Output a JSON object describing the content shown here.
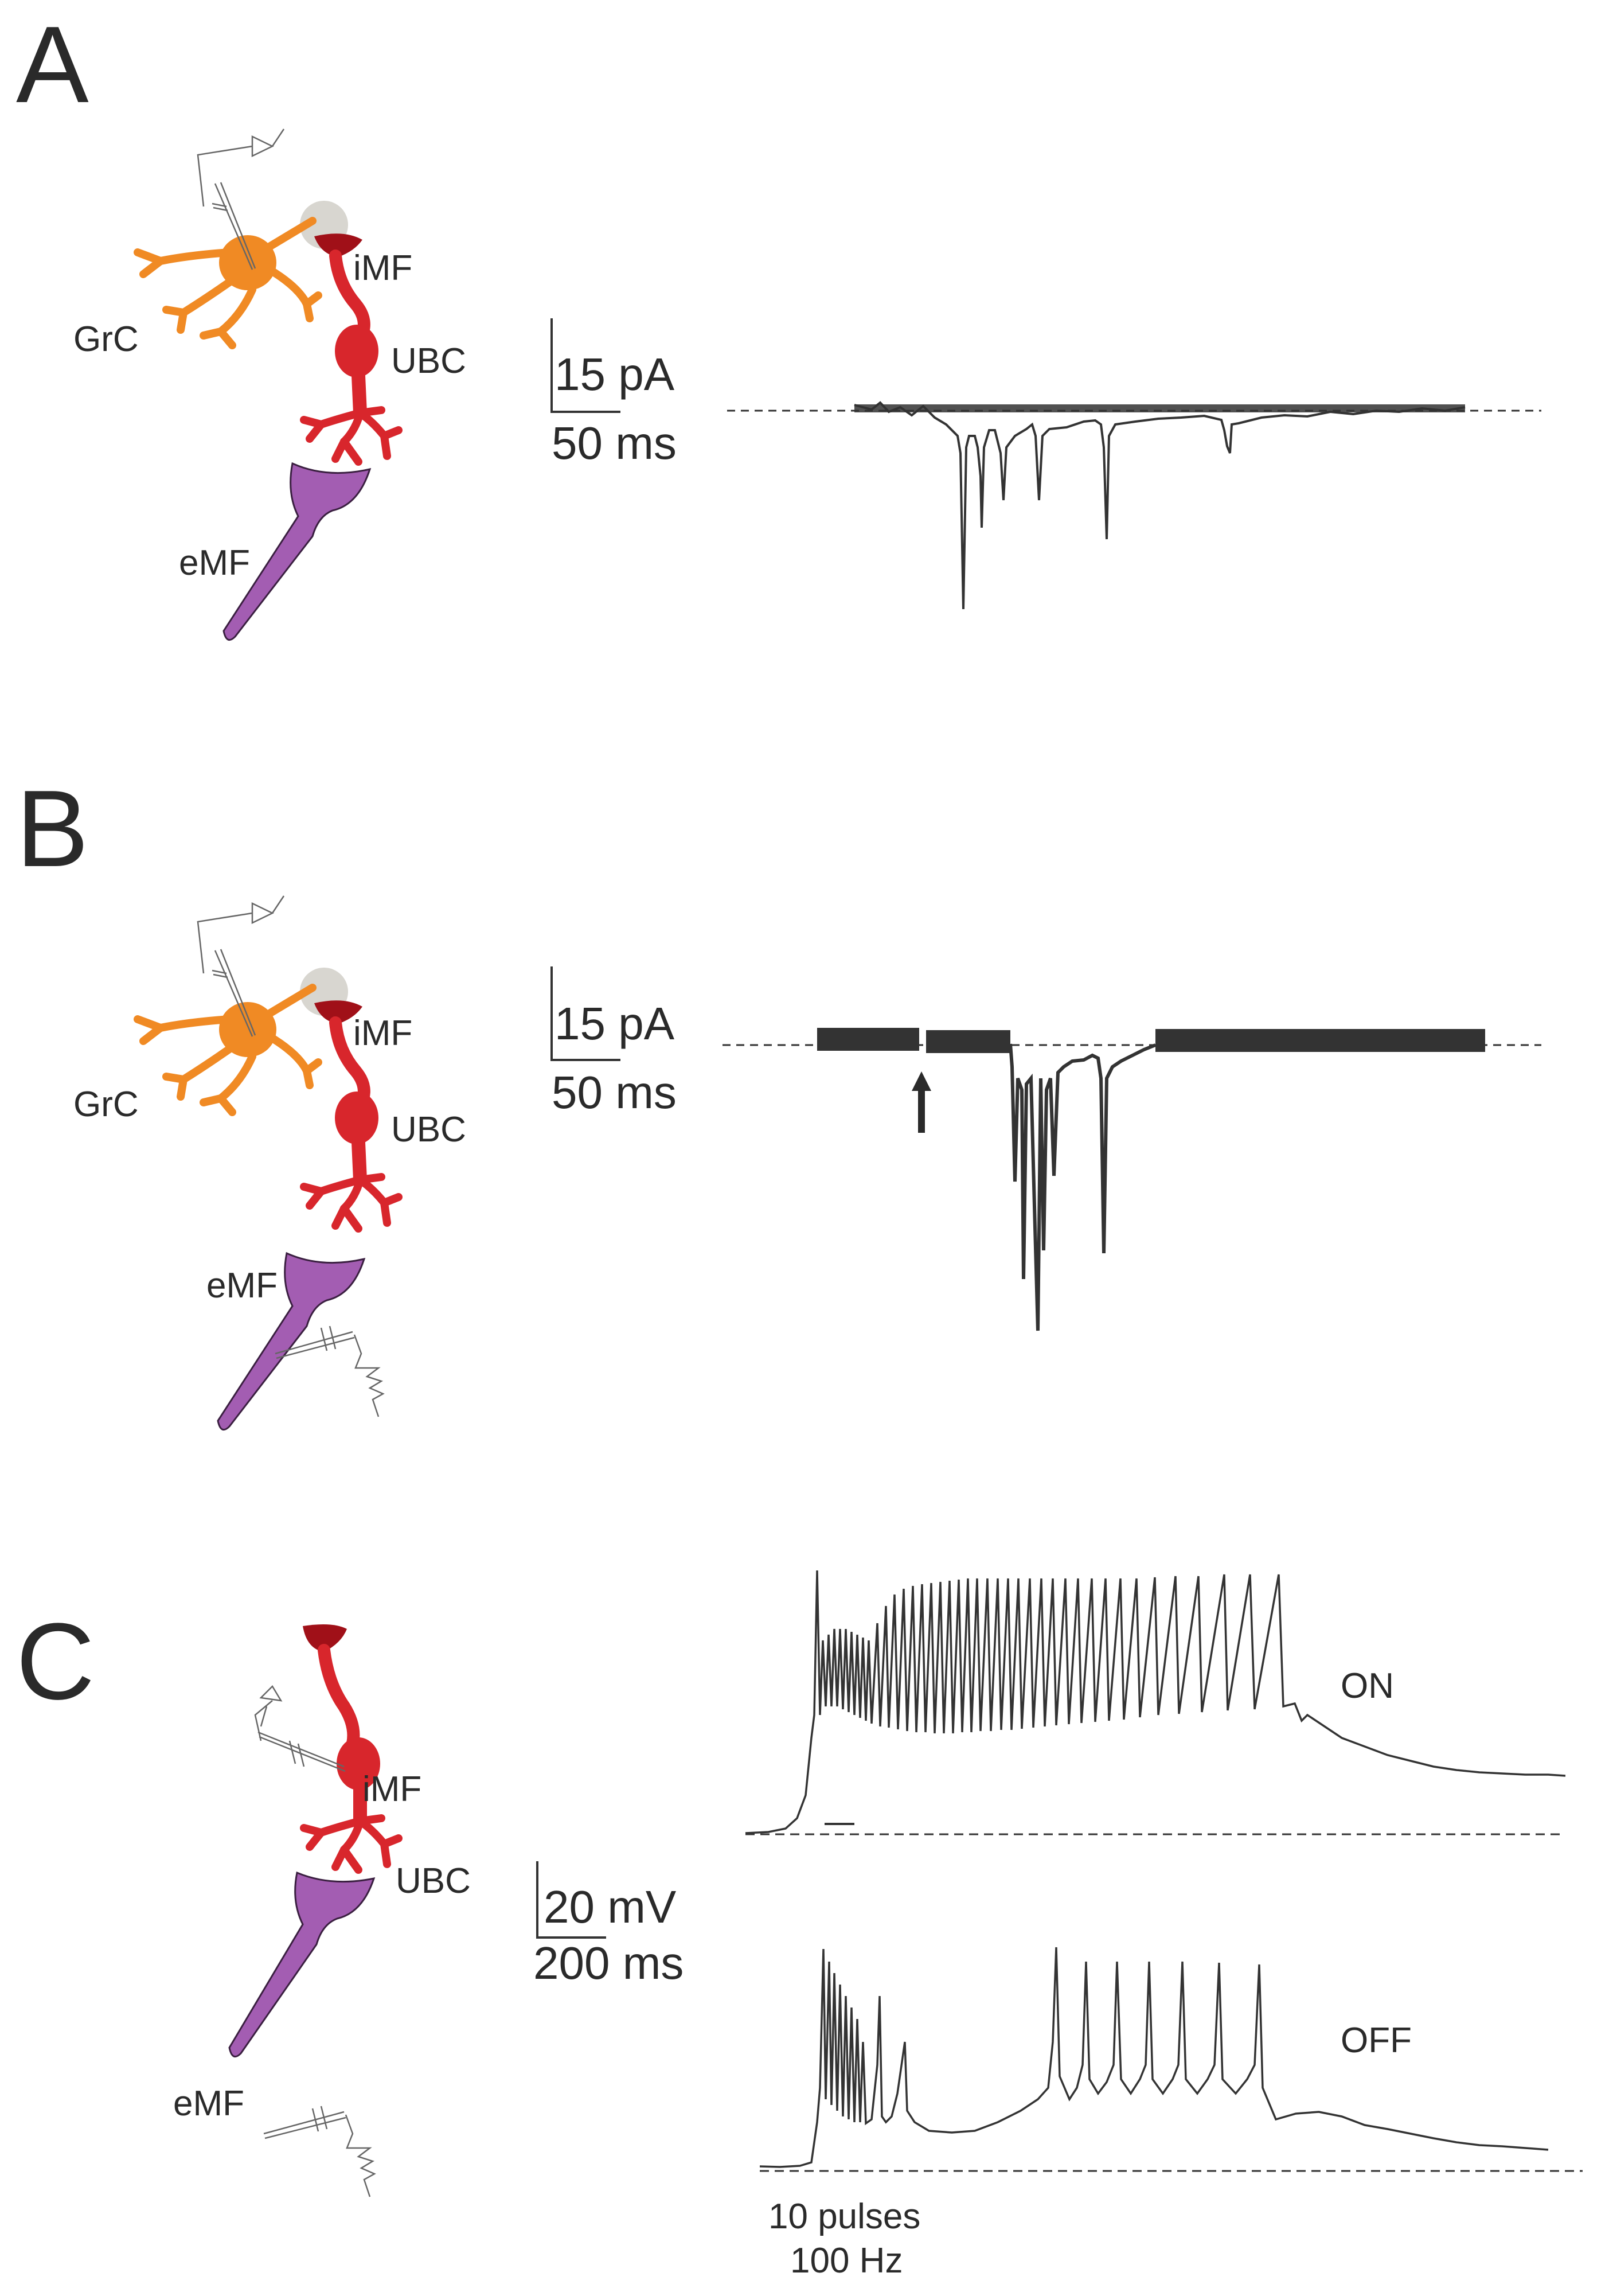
{
  "panels": [
    {
      "letter": "A",
      "cells": {
        "grc": "GrC",
        "imf": "iMF",
        "ubc": "UBC",
        "emf": "eMF"
      },
      "scale": {
        "amplitude": "15 pA",
        "time": "50 ms"
      }
    },
    {
      "letter": "B",
      "cells": {
        "grc": "GrC",
        "imf": "iMF",
        "ubc": "UBC",
        "emf": "eMF"
      },
      "scale": {
        "amplitude": "15 pA",
        "time": "50 ms"
      }
    },
    {
      "letter": "C",
      "cells": {
        "imf": "iMF",
        "ubc": "UBC",
        "emf": "eMF"
      },
      "scale": {
        "amplitude": "20 mV",
        "time": "200 ms"
      },
      "traces": {
        "top": "ON",
        "bottom": "OFF"
      },
      "stimulus": {
        "line1": "10 pulses",
        "line2": "100 Hz"
      }
    }
  ],
  "colors": {
    "granule_cell": "#f08a24",
    "ubc": "#d8262c",
    "imf_terminal": "#a01018",
    "emf": "#a35db2",
    "glia": "#d8d6d0",
    "trace": "#333333"
  },
  "icons": [
    "recording-electrode-icon",
    "stimulating-electrode-icon",
    "arrow-up-icon"
  ]
}
